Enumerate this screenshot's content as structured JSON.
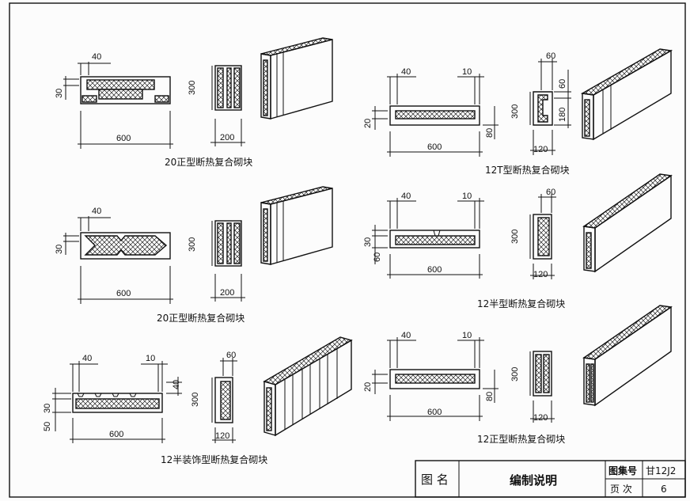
{
  "dims": {
    "d30": "30",
    "d40": "40",
    "d600": "600",
    "d300": "300",
    "d200": "200",
    "d10": "10",
    "d20": "20",
    "d80": "80",
    "d60": "60",
    "d120": "120",
    "d180": "180",
    "d50": "50"
  },
  "captions": {
    "b1": "20正型断热复合砌块",
    "b2": "20正型断热复合砌块",
    "b3": "12T型断热复合砌块",
    "b4": "12半型断热复合砌块",
    "b5": "12半装饰型断热复合砌块",
    "b6": "12正型断热复合砌块"
  },
  "title_block": {
    "name_label": "图 名",
    "name_value": "编制说明",
    "atlas_label": "图集号",
    "atlas_value": "甘12J2",
    "page_label": "页 次",
    "page_value": "6"
  }
}
